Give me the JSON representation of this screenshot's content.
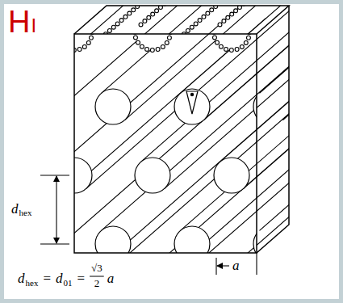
{
  "diagram": {
    "labels": [
      "H",
      "I",
      "d",
      "hex",
      "d",
      "hex",
      "=",
      "d",
      "01",
      "=",
      "√3",
      "2",
      "a",
      "a"
    ]
  }
}
